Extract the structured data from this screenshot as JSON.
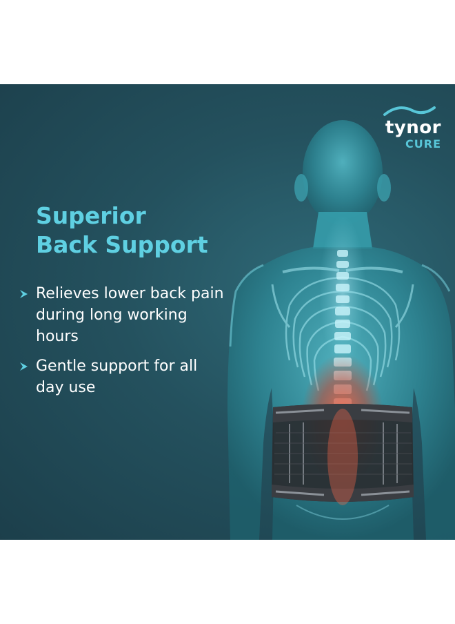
{
  "brand": {
    "name": "tynor",
    "sub": "CURE",
    "accent_color": "#5fd0e2"
  },
  "headline": {
    "line1": "Superior",
    "line2": "Back Support"
  },
  "bullets": [
    {
      "text": "Relieves lower back pain during long working hours",
      "icon": "chevron-right-icon"
    },
    {
      "text": "Gentle support for all day use",
      "icon": "chevron-right-icon"
    }
  ],
  "colors": {
    "background": "#24515e",
    "body": "#3fa9b8",
    "belt": "#2a2c30",
    "pain_highlight": "#e0523c"
  }
}
